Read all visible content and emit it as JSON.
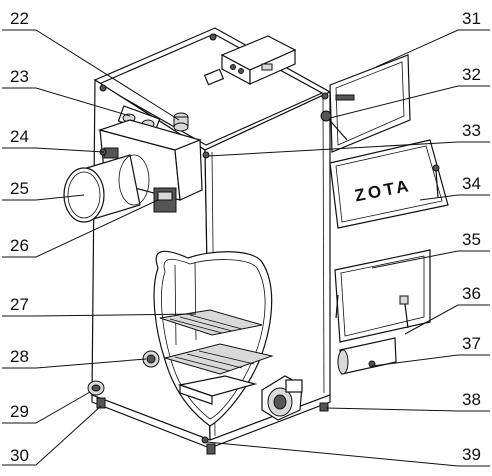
{
  "brand_plate": "ZOTA",
  "callouts": [
    {
      "id": "c22",
      "number": "22"
    },
    {
      "id": "c23",
      "number": "23"
    },
    {
      "id": "c24",
      "number": "24"
    },
    {
      "id": "c25",
      "number": "25"
    },
    {
      "id": "c26",
      "number": "26"
    },
    {
      "id": "c27",
      "number": "27"
    },
    {
      "id": "c28",
      "number": "28"
    },
    {
      "id": "c29",
      "number": "29"
    },
    {
      "id": "c30",
      "number": "30"
    },
    {
      "id": "c31",
      "number": "31"
    },
    {
      "id": "c32",
      "number": "32"
    },
    {
      "id": "c33",
      "number": "33"
    },
    {
      "id": "c34",
      "number": "34"
    },
    {
      "id": "c35",
      "number": "35"
    },
    {
      "id": "c36",
      "number": "36"
    },
    {
      "id": "c37",
      "number": "37"
    },
    {
      "id": "c38",
      "number": "38"
    },
    {
      "id": "c39",
      "number": "39"
    }
  ]
}
